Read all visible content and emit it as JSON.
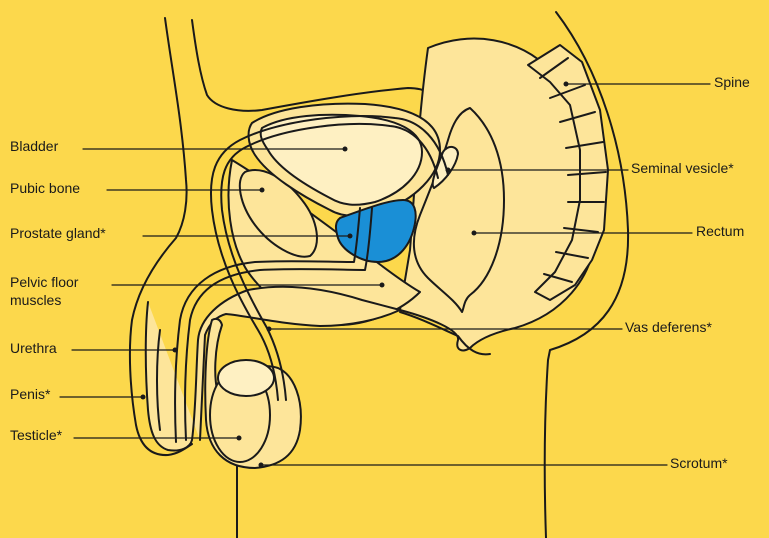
{
  "colors": {
    "background": "#FCD84C",
    "tissue": "#FDE59A",
    "tissue_light": "#FEF0C2",
    "outline": "#1a1a1a",
    "prostate": "#1A8FD6"
  },
  "labels": {
    "bladder": "Bladder",
    "pubic_bone": "Pubic bone",
    "prostate_gland": "Prostate gland*",
    "pelvic_floor_line1": "Pelvic floor",
    "pelvic_floor_line2": "muscles",
    "urethra": "Urethra",
    "penis": "Penis*",
    "testicle": "Testicle*",
    "spine": "Spine",
    "seminal_vesicle": "Seminal vesicle*",
    "rectum": "Rectum",
    "vas_deferens": "Vas deferens*",
    "scrotum": "Scrotum*"
  }
}
